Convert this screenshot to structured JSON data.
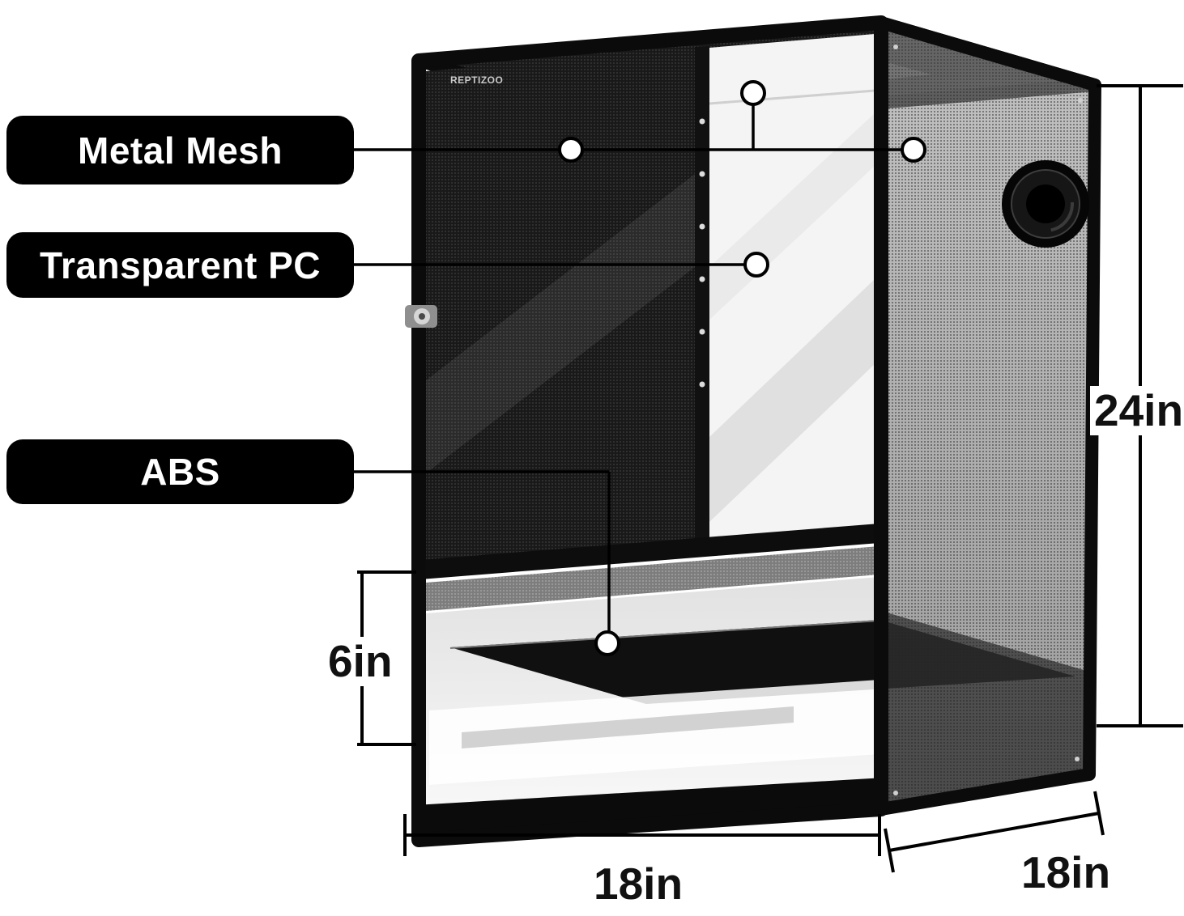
{
  "product": {
    "logo": "REPTIZOO"
  },
  "callouts": {
    "metal_mesh": {
      "label": "Metal Mesh"
    },
    "transparent_pc": {
      "label": "Transparent PC"
    },
    "abs": {
      "label": "ABS"
    }
  },
  "dimensions": {
    "height": "24in",
    "front_panel_height": "6in",
    "width": "18in",
    "depth": "18in"
  },
  "colors": {
    "label_bg": "#000000",
    "label_text": "#ffffff",
    "frame": "#0b0b0b",
    "callout_line": "#000000",
    "tray": "#101010"
  }
}
